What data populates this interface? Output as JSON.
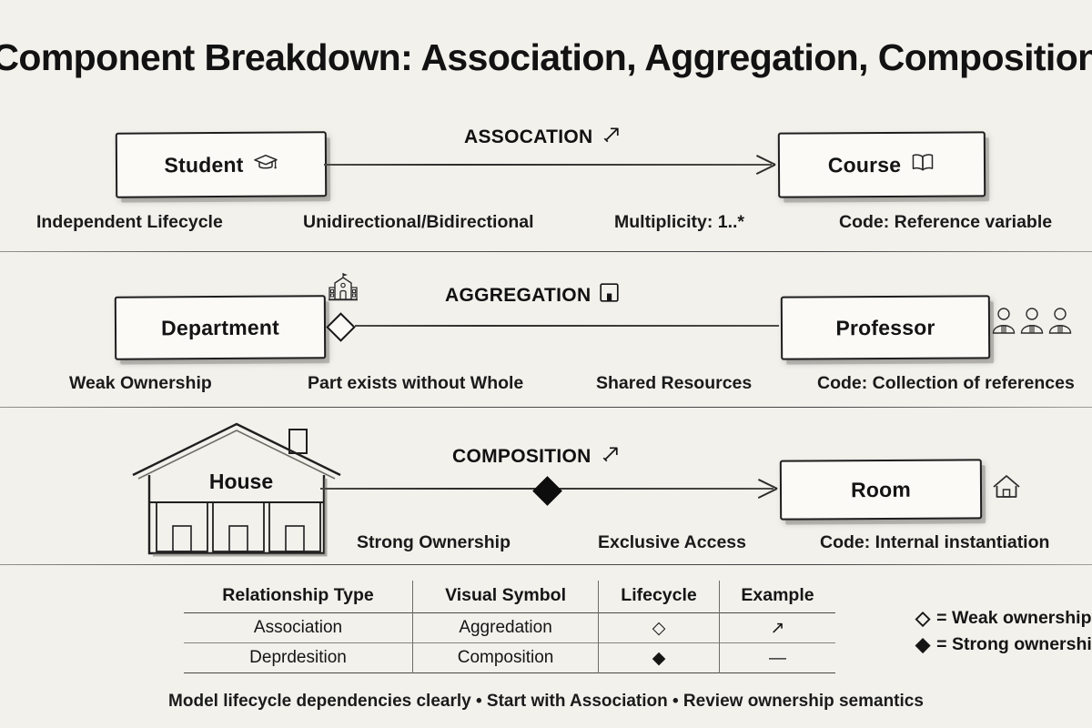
{
  "page": {
    "title": "Component Breakdown: Association, Aggregation, Composition",
    "background_color": "#f2f1ec",
    "ink_color": "#141414",
    "footer": "Model lifecycle dependencies clearly • Start with Association • Review ownership semantics"
  },
  "rows": [
    {
      "relation": "ASSOCATION",
      "relation_icon": "arrow-up-right-icon",
      "source": {
        "label": "Student",
        "icon": "graduation-cap-icon"
      },
      "target": {
        "label": "Course",
        "icon": "open-book-icon"
      },
      "connector": "arrow",
      "captions": [
        "Independent Lifecycle",
        "Unidirectional/Bidirectional",
        "Multiplicity: 1..*",
        "Code: Reference variable"
      ]
    },
    {
      "relation": "AGGREGATION",
      "relation_icon": "box-square-icon",
      "source": {
        "label": "Department",
        "icon": "school-building-icon"
      },
      "target": {
        "label": "Professor",
        "icon": "three-people-icon"
      },
      "connector": "open-diamond",
      "captions": [
        "Weak Ownership",
        "Part exists without Whole",
        "Shared Resources",
        "Code: Collection of references"
      ]
    },
    {
      "relation": "COMPOSITION",
      "relation_icon": "arrow-up-right-icon",
      "source": {
        "label": "House",
        "icon": "house-illustration"
      },
      "target": {
        "label": "Room",
        "icon": "home-outline-icon"
      },
      "connector": "solid-diamond-arrow",
      "captions": [
        "Strong Ownership",
        "Exclusive Access",
        "Code: Internal instantiation"
      ]
    }
  ],
  "table": {
    "headers": [
      "Relationship Type",
      "Visual Symbol",
      "Lifecycle",
      "Example"
    ],
    "rows": [
      {
        "type": "Association",
        "symbol": "Aggredation",
        "lifecycle": "◇",
        "example": "↗"
      },
      {
        "type": "Deprdesition",
        "symbol": "Composition",
        "lifecycle": "◆",
        "example": "—"
      }
    ]
  },
  "legend": [
    {
      "symbol": "◇",
      "text": "= Weak ownership"
    },
    {
      "symbol": "◆",
      "text": "= Strong ownership"
    }
  ]
}
